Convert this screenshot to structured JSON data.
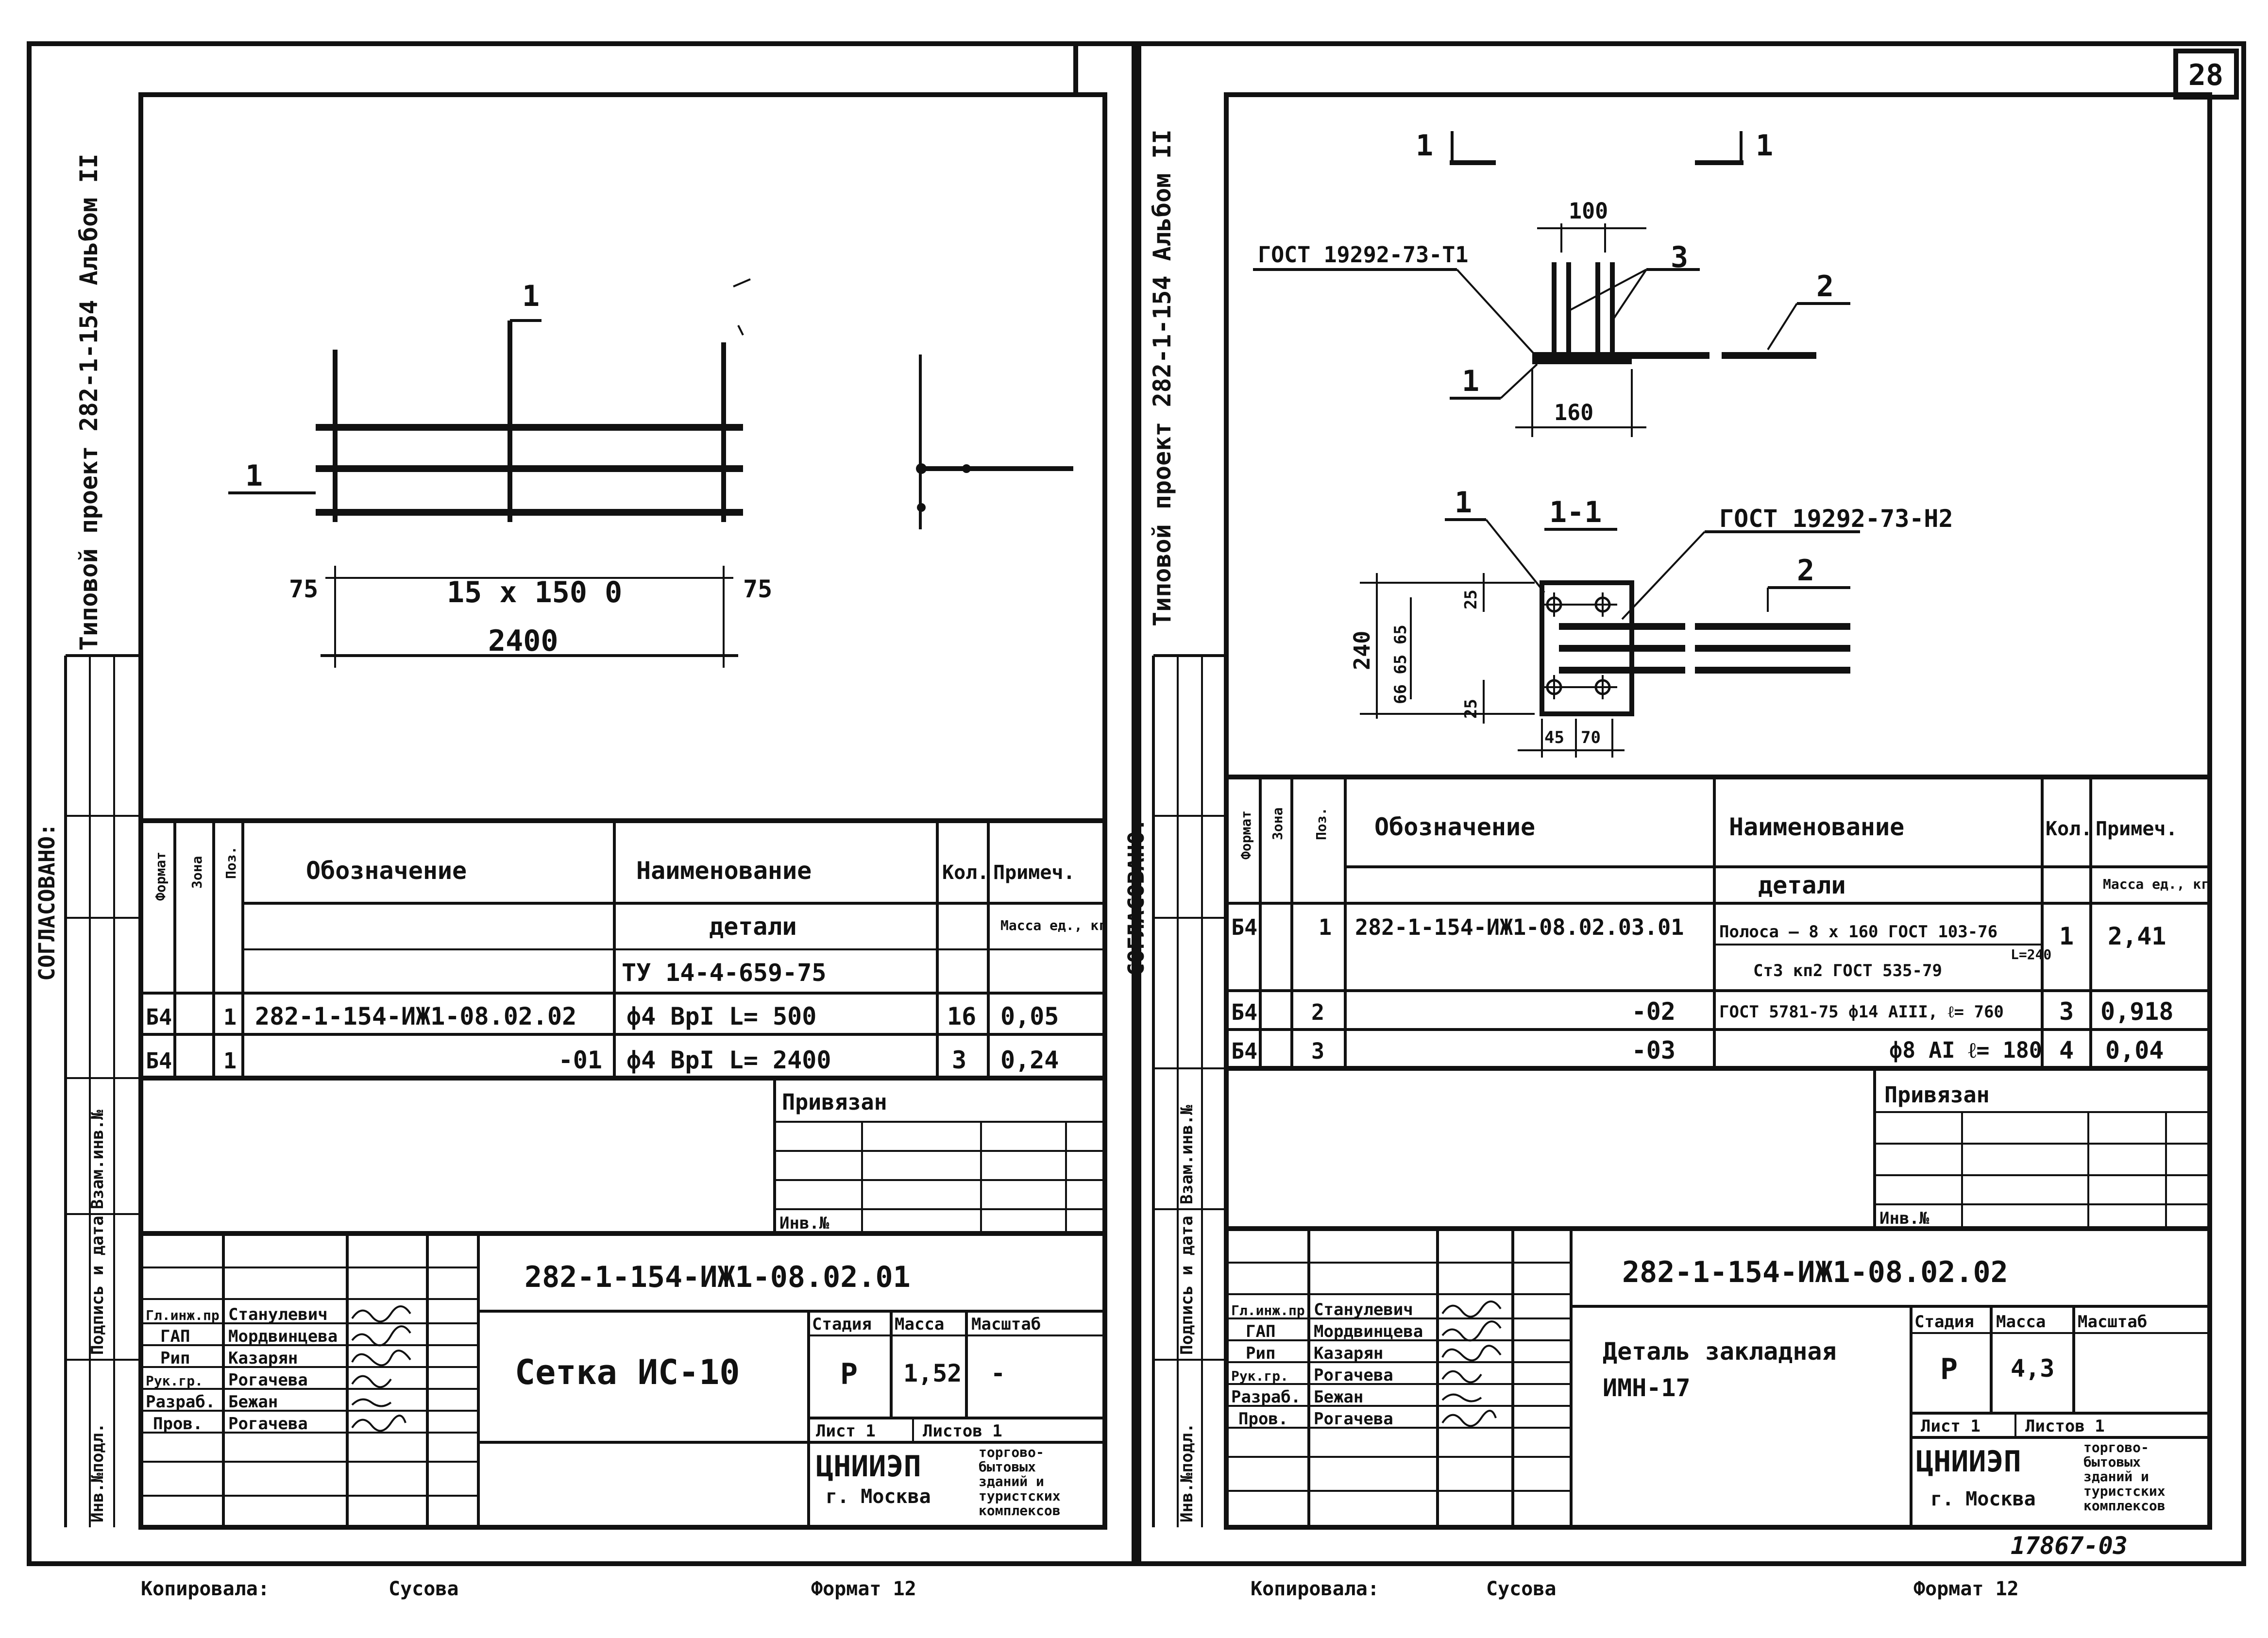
{
  "page_number": "28",
  "side_label": "Типовой проект 282-1-154 Альбом II",
  "agreed_label": "СОГЛАСОВАНО:",
  "inv_labels": [
    "Инв.№подл.",
    "Подпись и дата",
    "Взам.инв.№"
  ],
  "spec_headers": {
    "format": "Формат",
    "zone": "Зона",
    "pos": "Поз.",
    "designation": "Обозначение",
    "name": "Наименование",
    "qty": "Кол.",
    "note": "Примеч."
  },
  "bound_label": "Привязан",
  "inv_no_label": "Инв.№",
  "stamp_roles": [
    "Гл.инж.пр.",
    "ГАП",
    "Рип",
    "Рук.гр.",
    "Разраб.",
    "Пров."
  ],
  "stamp_names": [
    "Станулевич",
    "Мордвинцева",
    "Казарян",
    "Рогачева",
    "Бежан",
    "Рогачева"
  ],
  "stamp_headers": {
    "stage": "Стадия",
    "mass": "Масса",
    "scale": "Масштаб"
  },
  "sheet_label": "Лист 1",
  "sheets_label": "Листов 1",
  "org_name": "ЦНИИЭП",
  "org_city": "г. Москва",
  "org_desc": [
    "торгово-",
    "бытовых",
    "зданий и",
    "туристских",
    "комплексов"
  ],
  "footer": {
    "copied_label": "Копировала:",
    "copied_by": "Сусова",
    "format_label": "Формат 12"
  },
  "archive_no": "17867-03",
  "left_sheet": {
    "dims": {
      "left": "75",
      "right": "75",
      "middle": "15 x 150 0",
      "total": "2400"
    },
    "pos_labels": {
      "top": "1",
      "left": "1"
    },
    "section_label": "детали",
    "sub_label": "ТУ 14-4-659-75",
    "mass_header": "Масса ед., кг",
    "rows": [
      {
        "format": "Б4",
        "pos": "1",
        "designation": "282-1-154-ИЖ1-08.02.02",
        "name": "ф4 ВрI   L= 500",
        "qty": "16",
        "note": "0,05"
      },
      {
        "format": "Б4",
        "pos": "1",
        "designation": "-01",
        "name": "ф4 ВрI   L= 2400",
        "qty": "3",
        "note": "0,24"
      }
    ],
    "code": "282-1-154-ИЖ1-08.02.01",
    "title": "Сетка ИС-10",
    "stage": "Р",
    "mass": "1,52",
    "scale": "-"
  },
  "right_sheet": {
    "section_mark": "1",
    "section_title": "1-1",
    "dims": {
      "d100": "100",
      "d160": "160",
      "d240": "240",
      "d25a": "25",
      "d25b": "25",
      "d66": "66 65 65",
      "d45": "45",
      "d70": "70"
    },
    "callouts": {
      "gost_t1": "ГОСТ 19292-73-Т1",
      "gost_n2": "ГОСТ 19292-73-Н2",
      "p1": "1",
      "p2": "2",
      "p3": "3",
      "s1": "1",
      "s2": "2"
    },
    "section_label": "детали",
    "mass_header": "Масса ед., кг",
    "rows": [
      {
        "format": "Б4",
        "pos": "1",
        "designation": "282-1-154-ИЖ1-08.02.03.01",
        "name": "Полоса — 8 x 160 ГОСТ 103-76",
        "name2": "Ст3 кп2 ГОСТ 535-79",
        "name_len": "L=240",
        "qty": "1",
        "note": "2,41"
      },
      {
        "format": "Б4",
        "pos": "2",
        "designation": "-02",
        "name": "ГОСТ 5781-75 ф14 АIII, ℓ= 760",
        "name2": "",
        "name_len": "",
        "qty": "3",
        "note": "0,918"
      },
      {
        "format": "Б4",
        "pos": "3",
        "designation": "-03",
        "name": "ф8 АI   ℓ= 180",
        "name2": "",
        "name_len": "",
        "qty": "4",
        "note": "0,04"
      }
    ],
    "code": "282-1-154-ИЖ1-08.02.02",
    "title_line1": "Деталь закладная",
    "title_line2": "ИМН-17",
    "stage": "Р",
    "mass": "4,3",
    "scale": ""
  }
}
